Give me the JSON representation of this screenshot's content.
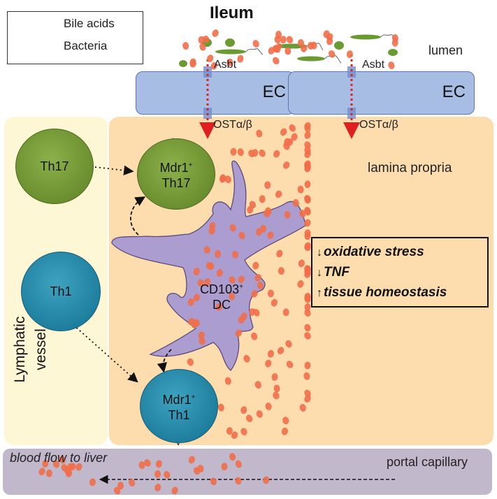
{
  "title": "Ileum",
  "legend": {
    "items": [
      {
        "icon": "bile-acid-icon",
        "label": "Bile acids"
      },
      {
        "icon": "bacteria-icon",
        "label": "Bacteria"
      }
    ]
  },
  "regions": {
    "lumen": "lumen",
    "lamina_propria": "lamina propria",
    "lymphatic_vessel": "Lymphatic vessel",
    "portal_capillary": "portal capillary",
    "blood_flow": "blood flow to liver"
  },
  "epithelium": {
    "cells": [
      {
        "label": "EC"
      },
      {
        "label": "EC"
      }
    ],
    "apical_transporter": "Asbt",
    "basolateral_transporter": "OSTα/β"
  },
  "cells": {
    "th17": "Th17",
    "th1": "Th1",
    "mdr1_th17": {
      "line1": "Mdr1",
      "sup": "+",
      "line2": "Th17"
    },
    "mdr1_th1": {
      "line1": "Mdr1",
      "sup": "+",
      "line2": "Th1"
    },
    "dc": {
      "line1": "CD103",
      "sup": "+",
      "line2": "DC"
    }
  },
  "effects": [
    {
      "direction": "down",
      "arrow": "↓",
      "text": "oxidative stress"
    },
    {
      "direction": "down",
      "arrow": "↓",
      "text": "TNF"
    },
    {
      "direction": "up",
      "arrow": "↑",
      "text": "tissue homeostasis"
    }
  ],
  "colors": {
    "bile_acid": "#ef6f4a",
    "bacteria": "#6b9a33",
    "epithelium": "#a7bde4",
    "lamina_propria": "#fddcae",
    "lymphatic": "#fdf7d5",
    "capillary": "#c1b8cc",
    "dc": "#ab9dcf",
    "transport_arrow": "#e02020"
  }
}
